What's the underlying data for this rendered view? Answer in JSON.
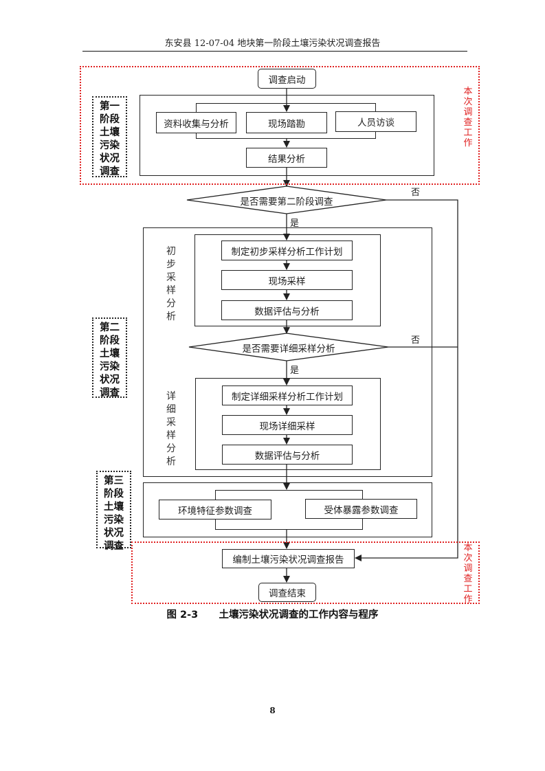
{
  "header": {
    "title": "东安县 12-07-04 地块第一阶段土壤污染状况调查报告"
  },
  "flowchart": {
    "start": "调查启动",
    "scope_label": "本次调查工作",
    "stage1": {
      "label": "第一阶段土壤污染状况调查",
      "tasks": [
        "资料收集与分析",
        "现场踏勘",
        "人员访谈"
      ],
      "result": "结果分析"
    },
    "decision1": {
      "question": "是否需要第二阶段调查",
      "yes": "是",
      "no": "否"
    },
    "stage2": {
      "label": "第二阶段土壤污染状况调查",
      "preliminary": {
        "label": "初步采样分析",
        "steps": [
          "制定初步采样分析工作计划",
          "现场采样",
          "数据评估与分析"
        ]
      },
      "decision": {
        "question": "是否需要详细采样分析",
        "yes": "是",
        "no": "否"
      },
      "detailed": {
        "label": "详细采样分析",
        "steps": [
          "制定详细采样分析工作计划",
          "现场详细采样",
          "数据评估与分析"
        ]
      }
    },
    "stage3": {
      "label": "第三阶段土壤污染状况调查",
      "tasks": [
        "环境特征参数调查",
        "受体暴露参数调查"
      ]
    },
    "report": "编制土壤污染状况调查报告",
    "end": "调查结束"
  },
  "caption": {
    "figure_number": "图 2-3",
    "text": "土壤污染状况调查的工作内容与程序"
  },
  "page_number": "8",
  "colors": {
    "scope_border": "#e02020",
    "line": "#222222"
  }
}
